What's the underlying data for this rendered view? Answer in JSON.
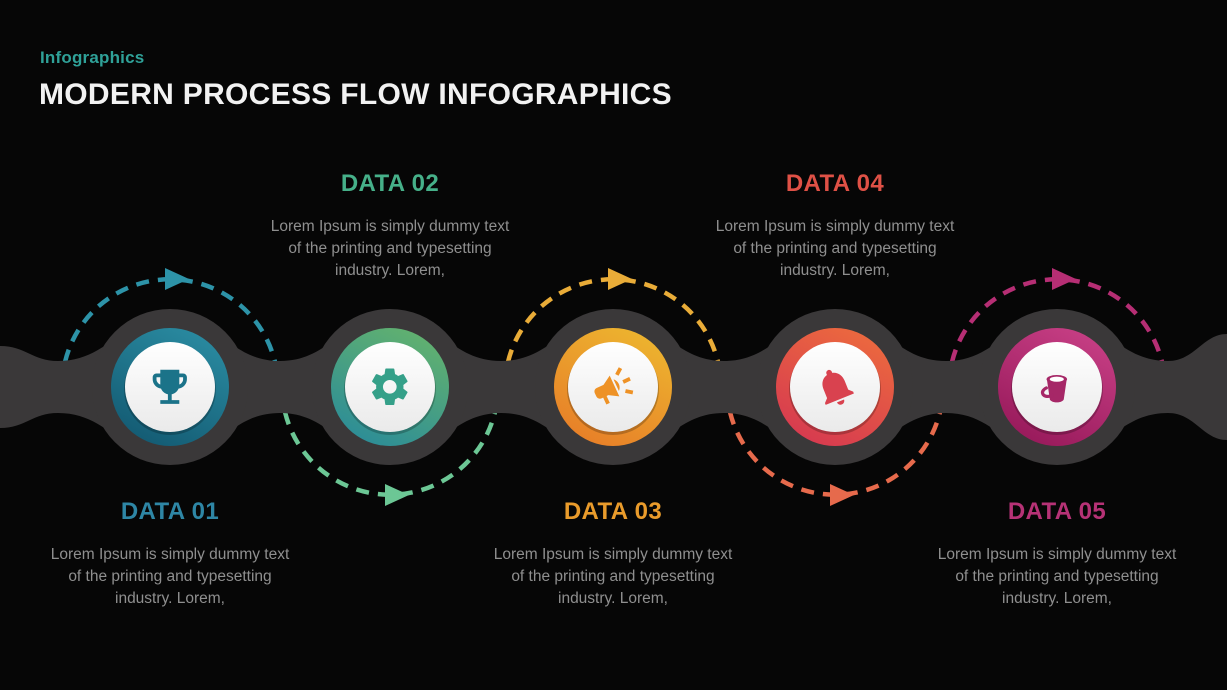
{
  "slide": {
    "eyebrow": "Infographics",
    "title": "MODERN PROCESS FLOW INFOGRAPHICS"
  },
  "colors": {
    "background": "#060606",
    "band": "#3a3839",
    "eyebrow": "#2fa198",
    "title": "#f2f2f2",
    "body_text": "#8f8f8f",
    "inner_circle": "#ffffff"
  },
  "nodes": [
    {
      "label": "DATA 01",
      "icon": "trophy-icon",
      "text_position": "bottom",
      "ring_from": "#2a8ba1",
      "ring_to": "#135a72",
      "icon_color": "#1b7389",
      "arc_color": "#2d93a8",
      "label_color": "#2e86a5",
      "description_lines": [
        "Lorem Ipsum is simply dummy text",
        "of the printing and typesetting",
        "industry. Lorem,"
      ]
    },
    {
      "label": "DATA 02",
      "icon": "gear-icon",
      "text_position": "top",
      "ring_from": "#63b26e",
      "ring_to": "#2b8c98",
      "icon_color": "#35a089",
      "arc_color": "#6cc795",
      "label_color": "#46b089",
      "description_lines": [
        "Lorem Ipsum is simply dummy text",
        "of the printing and typesetting",
        "industry. Lorem,"
      ]
    },
    {
      "label": "DATA 03",
      "icon": "megaphone-icon",
      "text_position": "bottom",
      "ring_from": "#edb52f",
      "ring_to": "#e77e28",
      "icon_color": "#ee9226",
      "arc_color": "#e9ac38",
      "label_color": "#e99b2b",
      "description_lines": [
        "Lorem Ipsum is simply dummy text",
        "of the printing and typesetting",
        "industry. Lorem,"
      ]
    },
    {
      "label": "DATA 04",
      "icon": "bell-icon",
      "text_position": "top",
      "ring_from": "#ec6a3e",
      "ring_to": "#d63950",
      "icon_color": "#d9424f",
      "arc_color": "#e66a4c",
      "label_color": "#df5146",
      "description_lines": [
        "Lorem Ipsum is simply dummy text",
        "of the printing and typesetting",
        "industry. Lorem,"
      ]
    },
    {
      "label": "DATA 05",
      "icon": "bucket-icon",
      "text_position": "bottom",
      "ring_from": "#c73f85",
      "ring_to": "#97195a",
      "icon_color": "#a62767",
      "arc_color": "#b62e74",
      "label_color": "#b63276",
      "description_lines": [
        "Lorem Ipsum is simply dummy text",
        "of the printing and typesetting",
        "industry. Lorem,"
      ]
    }
  ]
}
